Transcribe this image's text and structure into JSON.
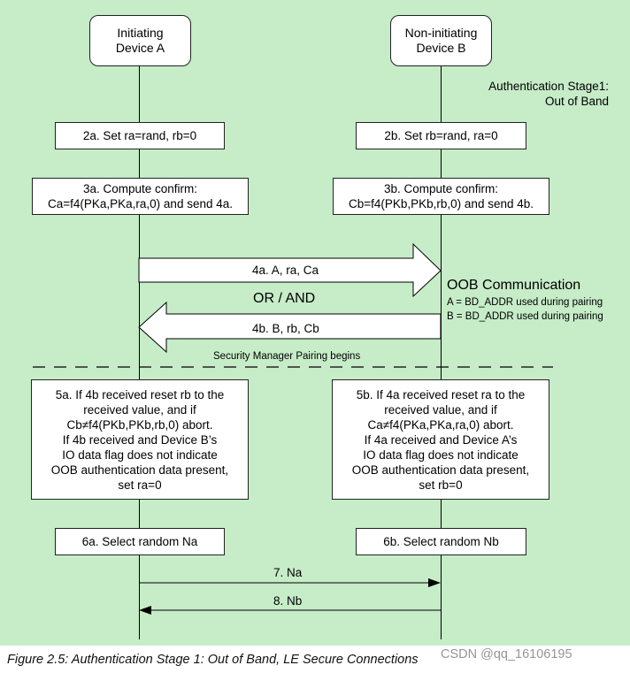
{
  "devices": {
    "a": {
      "line1": "Initiating",
      "line2": "Device A"
    },
    "b": {
      "line1": "Non-initiating",
      "line2": "Device B"
    }
  },
  "stage_label": {
    "line1": "Authentication Stage1:",
    "line2": "Out of Band"
  },
  "steps": {
    "s2a": "2a. Set ra=rand, rb=0",
    "s2b": "2b. Set rb=rand, ra=0",
    "s3a": {
      "line1": "3a. Compute confirm:",
      "line2": "Ca=f4(PKa,PKa,ra,0) and send 4a."
    },
    "s3b": {
      "line1": "3b. Compute confirm:",
      "line2": "Cb=f4(PKb,PKb,rb,0) and send 4b."
    },
    "s5a": [
      "5a. If 4b received reset rb to the",
      "received value, and if",
      "Cb≠f4(PKb,PKb,rb,0) abort.",
      "If 4b received and Device B’s",
      "IO data flag does not indicate",
      "OOB authentication data present,",
      "set ra=0"
    ],
    "s5b": [
      "5b. If 4a received reset ra to the",
      "received value, and if",
      "Ca≠f4(PKa,PKa,ra,0) abort.",
      "If 4a received and Device A’s",
      "IO data flag does not indicate",
      "OOB authentication data present,",
      "set rb=0"
    ],
    "s6a": "6a. Select random Na",
    "s6b": "6b. Select random Nb"
  },
  "messages": {
    "m4a": "4a. A, ra, Ca",
    "or_and": "OR / AND",
    "m4b": "4b. B, rb, Cb",
    "smp": "Security Manager Pairing begins",
    "m7": "7. Na",
    "m8": "8. Nb"
  },
  "oob": {
    "title": "OOB Communication",
    "note1": "A = BD_ADDR used during pairing",
    "note2": "B = BD_ADDR used during pairing"
  },
  "caption": "Figure 2.5:  Authentication Stage 1: Out of Band, LE Secure Connections",
  "watermark": "CSDN @qq_16106195",
  "colors": {
    "panel": "#c6ecc8",
    "box": "#ffffff",
    "line": "#000000"
  }
}
